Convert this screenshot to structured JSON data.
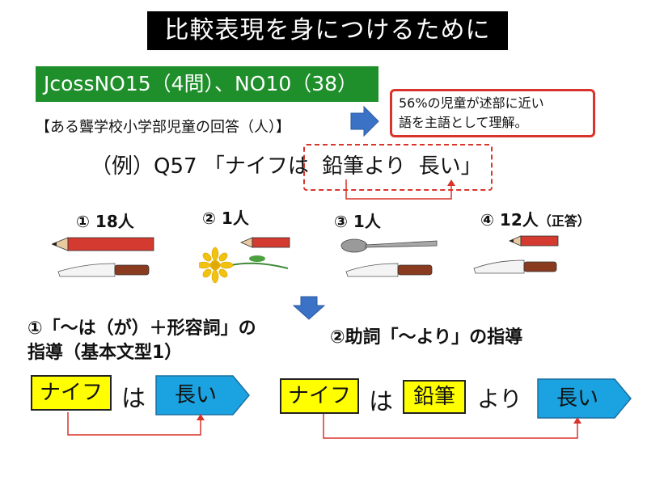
{
  "title": "比較表現を身につけるために",
  "source": "JcossNO15（4問）、NO10（38）",
  "respondents": "【ある聾学校小学部児童の回答（人）】",
  "note": {
    "line1": "56%の児童が述部に近い",
    "line2": "語を主語として理解。"
  },
  "example": {
    "prefix": "（例）Q57 「ナイフは ",
    "word1": "鉛筆より",
    "word2": "長い",
    "suffix": "」"
  },
  "options": [
    {
      "label": "① 18人",
      "image": "pencil-above-knife"
    },
    {
      "label": "②  1人",
      "image": "flower-with-pencil"
    },
    {
      "label": "③  1人",
      "image": "spoon-above-knife"
    },
    {
      "label": "④ 12人",
      "suffix": "（正答）",
      "image": "short-pencil-above-knife"
    }
  ],
  "section1": {
    "heading_line1": "①「～は（が）＋形容詞」の",
    "heading_line2": "指導（基本文型1）",
    "subject": "ナイフ",
    "particle": "は",
    "predicate": "長い"
  },
  "section2": {
    "heading": "②助詞「～より」の指導",
    "subject": "ナイフ",
    "particle": "は",
    "object": "鉛筆",
    "comparative": "より",
    "predicate": "長い"
  },
  "colors": {
    "green": "#1e8f2a",
    "red": "#d9342b",
    "blue": "#3b72c6",
    "cyan": "#1aa3e0",
    "yellow": "#ffff00"
  }
}
